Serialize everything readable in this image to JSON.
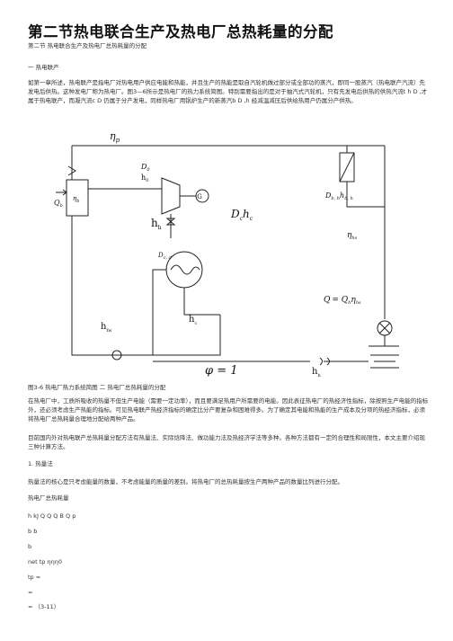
{
  "document": {
    "title": "第二节热电联合生产及热电厂总热耗量的分配",
    "subtitle": "第二节 热电联合生产及热电厂总热耗量的分配",
    "section_heading": "一 热电联产",
    "intro_paragraph": "如第一章所述，热电联产是指电厂对热电用户供应电能和热能，并且生产的热能是取自汽轮机做过部分或全部功的蒸汽，即同一股蒸汽（热电联产汽流）先发电后供热。这种发电厂称为热电厂。图3—6所示是热电厂的热力系统简图。特别需要指出的是对于抽汽式汽轮机，只有先发电后供热的供热汽流t h D ,才属于热电联产，而凝汽流c D 仍属于分产发电，同样热电厂用锅炉生产的新蒸汽b D ,h 经减温减压后供给热用户仍属分产供热。",
    "figure_caption": "图3-6 热电厂热力系统简图 二 热电厂总热耗量的分配",
    "paragraph_2": "在热电厂中，工质所吸收的热量不但生产电能（需要一定功率），而且要满足热用户所需要的电能。因此表征热电厂的热经济性指标，除按照生产电能的指标外，还必须考虑生产热能的指标。可见热电联产热经济指标的确定比分产要复杂和困难得多。为了确定其电能和热能的生产成本及分项的热经济指标，必须将热电厂总热耗量合理地分配给两种产品。",
    "paragraph_3": "目前国内外对热电联产总热耗量分配方法有热量法、实际焓降法、做功能力法及热经济学法等多种。各种方法都有一定的合理性和局限性，本文主要介绍现三种计算方法。",
    "method_heading": "1. 热量法",
    "method_paragraph": "热量法的核心是只考虑能量的数量，不考虑能量的质量的差别。将热电厂的总热耗量按生产两种产品的数量比列进行分配。",
    "formula_label": "热电厂总热耗量",
    "formula_lines": [
      "h kJ Q Q Q B Q p",
      "b b",
      "b",
      "net tp ηηη0",
      "tp =",
      "=",
      "= （3-11）"
    ]
  },
  "diagram": {
    "labels": {
      "eta_p": "η",
      "eta_p_sub": "p",
      "D0": "D",
      "D0_sub": "0",
      "h0": "h",
      "h0_sub": "0",
      "G": "G",
      "Dc_hc": "D",
      "Dc_sub": "c",
      "hc": "h",
      "hc_sub": "c",
      "Qb": "Q",
      "Qb_sub": "b",
      "eta_b": "η",
      "eta_b_sub": "b",
      "h_h": "h",
      "h_h_sub": "h",
      "Dbh_hbh": "D",
      "Dbh_sub": "b, h",
      "hbh": "h",
      "hbh_sub": "b, h",
      "eta_hs": "η",
      "eta_hs_sub": "hs",
      "Dcd": "D",
      "Dcd_sub": "c, d",
      "Q_eq_left": "Q",
      "Q_eq_right": "= Q",
      "Q_eq_sub": "h",
      "Q_eq_eta": "η",
      "Q_eq_eta_sub": "hs",
      "hfw": "h",
      "hfw_sub": "fw",
      "hc_prime": "h",
      "hc_prime_sub": "c",
      "phi_eq": "φ = 1",
      "h_prime_h": "h",
      "h_prime_h_sub": "h"
    }
  }
}
